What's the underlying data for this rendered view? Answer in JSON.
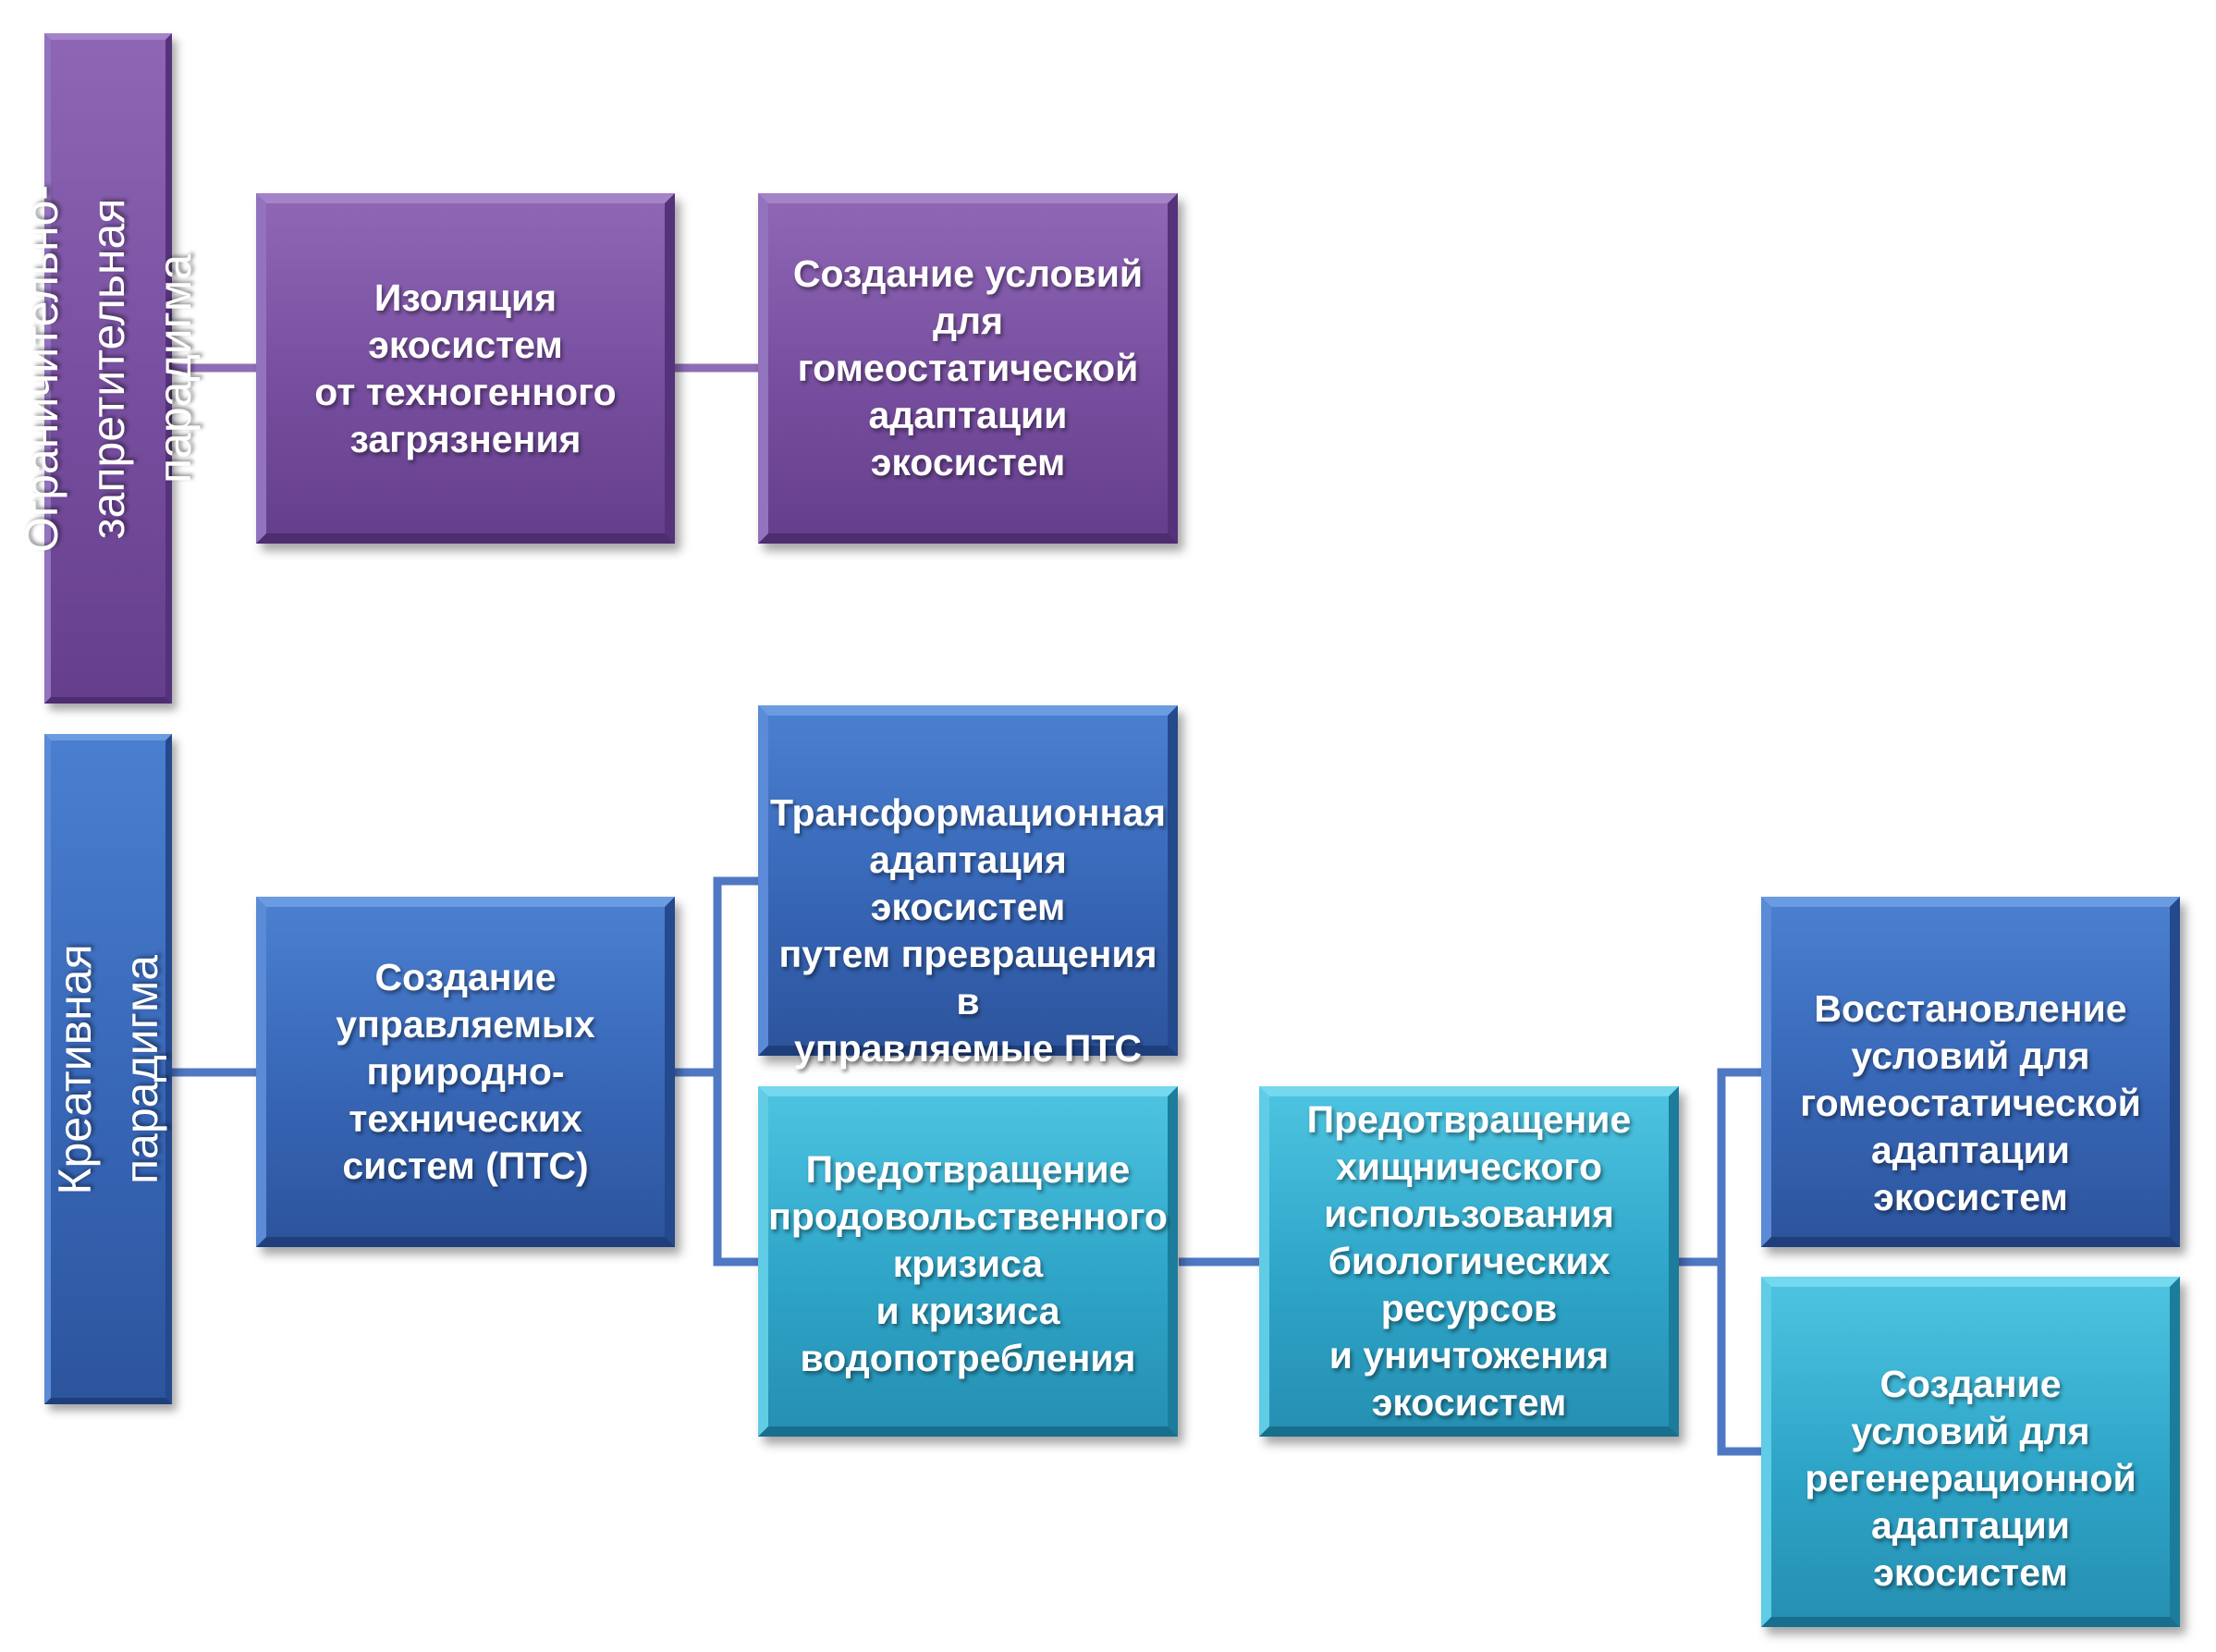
{
  "colors": {
    "purple": "#7a52a2",
    "blue": "#3a6bbb",
    "cyan": "#32a9cb",
    "line_purple": "#8f6db5",
    "line_blue": "#4f78c4"
  },
  "paradigms": {
    "restrictive": {
      "label": "Ограничительно-\nзапретительная парадигма",
      "nodes": {
        "isolation": "Изоляция экосистем\nот техногенного\nзагрязнения",
        "homeostatic_conditions": "Создание условий для\nгомеостатической\nадаптации экосистем"
      }
    },
    "creative": {
      "label": "Креативная парадигма",
      "nodes": {
        "controlled_systems": "Создание\nуправляемых\nприродно-\nтехнических\nсистем (ПТС)",
        "transformational": "Трансформационная\nадаптация экосистем\nпутем превращения в\nуправляемые ПТС",
        "crisis_prevention": "Предотвращение\nпродовольственного\nкризиса\nи кризиса\nводопотребления",
        "predatory_prevention": "Предотвращение\nхищнического\nиспользования\nбиологических\nресурсов\nи уничтожения\nэкосистем",
        "restoration": "Восстановление\nусловий для\nгомеостатической\nадаптации экосистем",
        "regeneration": "Создание\nусловий для\nрегенерационной\nадаптации экосистем"
      }
    }
  }
}
